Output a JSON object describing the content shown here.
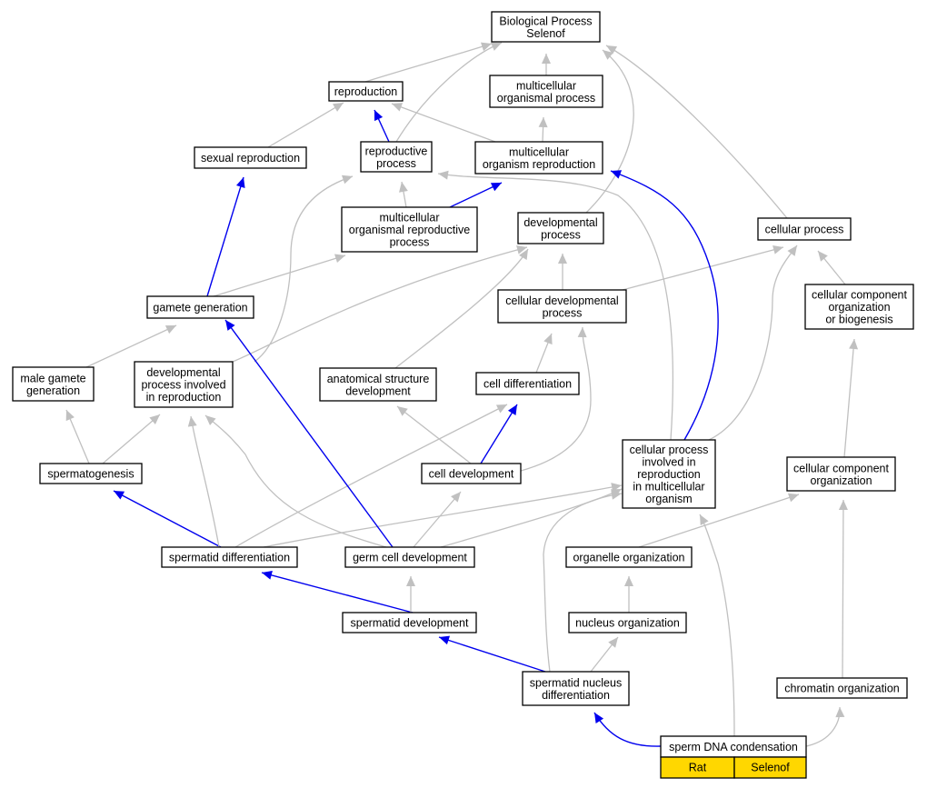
{
  "colors": {
    "node_border": "#000000",
    "node_fill": "#ffffff",
    "edge_gray": "#c0c0c0",
    "edge_blue": "#0000ee",
    "legend_fill": "#ffd700"
  },
  "nodes": {
    "bp": {
      "lines": [
        "Biological Process",
        "Selenof"
      ]
    },
    "repro": {
      "lines": [
        "reproduction"
      ]
    },
    "mop": {
      "lines": [
        "multicellular",
        "organismal process"
      ]
    },
    "sexrep": {
      "lines": [
        "sexual reproduction"
      ]
    },
    "repproc": {
      "lines": [
        "reproductive",
        "process"
      ]
    },
    "morgrep": {
      "lines": [
        "multicellular",
        "organism reproduction"
      ]
    },
    "morgrepp": {
      "lines": [
        "multicellular",
        "organismal reproductive",
        "process"
      ]
    },
    "devproc": {
      "lines": [
        "developmental",
        "process"
      ]
    },
    "cellproc": {
      "lines": [
        "cellular process"
      ]
    },
    "gamgen": {
      "lines": [
        "gamete generation"
      ]
    },
    "celldevp": {
      "lines": [
        "cellular developmental",
        "process"
      ]
    },
    "ccob": {
      "lines": [
        "cellular component",
        "organization",
        "or biogenesis"
      ]
    },
    "malegam": {
      "lines": [
        "male gamete",
        "generation"
      ]
    },
    "devinrep": {
      "lines": [
        "developmental",
        "process involved",
        "in reproduction"
      ]
    },
    "anat": {
      "lines": [
        "anatomical structure",
        "development"
      ]
    },
    "celldiff": {
      "lines": [
        "cell differentiation"
      ]
    },
    "spermgen": {
      "lines": [
        "spermatogenesis"
      ]
    },
    "celldev": {
      "lines": [
        "cell development"
      ]
    },
    "cpinrep": {
      "lines": [
        "cellular process",
        "involved in",
        "reproduction",
        "in multicellular",
        "organism"
      ]
    },
    "cco": {
      "lines": [
        "cellular component",
        "organization"
      ]
    },
    "sptdiff": {
      "lines": [
        "spermatid differentiation"
      ]
    },
    "germdev": {
      "lines": [
        "germ cell development"
      ]
    },
    "orgorg": {
      "lines": [
        "organelle organization"
      ]
    },
    "sptdev": {
      "lines": [
        "spermatid development"
      ]
    },
    "nucorg": {
      "lines": [
        "nucleus organization"
      ]
    },
    "sptnuc": {
      "lines": [
        "spermatid nucleus",
        "differentiation"
      ]
    },
    "chrom": {
      "lines": [
        "chromatin organization"
      ]
    },
    "spermdna": {
      "lines": [
        "sperm DNA condensation"
      ]
    }
  },
  "legend": {
    "species": "Rat",
    "gene": "Selenof"
  },
  "edges": [
    {
      "from": "repro",
      "to": "bp",
      "color": "gray"
    },
    {
      "from": "mop",
      "to": "bp",
      "color": "gray"
    },
    {
      "from": "repproc",
      "to": "bp",
      "color": "gray"
    },
    {
      "from": "devproc",
      "to": "bp",
      "color": "gray"
    },
    {
      "from": "cellproc",
      "to": "bp",
      "color": "gray"
    },
    {
      "from": "sexrep",
      "to": "repro",
      "color": "gray"
    },
    {
      "from": "repproc",
      "to": "repro",
      "color": "blue"
    },
    {
      "from": "morgrep",
      "to": "repro",
      "color": "gray"
    },
    {
      "from": "morgrep",
      "to": "mop",
      "color": "gray"
    },
    {
      "from": "morgrepp",
      "to": "repproc",
      "color": "gray"
    },
    {
      "from": "morgrepp",
      "to": "morgrep",
      "color": "blue"
    },
    {
      "from": "gamgen",
      "to": "sexrep",
      "color": "blue"
    },
    {
      "from": "gamgen",
      "to": "morgrepp",
      "color": "gray"
    },
    {
      "from": "celldevp",
      "to": "devproc",
      "color": "gray"
    },
    {
      "from": "celldevp",
      "to": "cellproc",
      "color": "gray"
    },
    {
      "from": "ccob",
      "to": "cellproc",
      "color": "gray"
    },
    {
      "from": "malegam",
      "to": "gamgen",
      "color": "gray"
    },
    {
      "from": "devinrep",
      "to": "repproc",
      "color": "gray"
    },
    {
      "from": "devinrep",
      "to": "devproc",
      "color": "gray"
    },
    {
      "from": "anat",
      "to": "devproc",
      "color": "gray"
    },
    {
      "from": "celldiff",
      "to": "celldevp",
      "color": "gray"
    },
    {
      "from": "spermgen",
      "to": "malegam",
      "color": "gray"
    },
    {
      "from": "spermgen",
      "to": "devinrep",
      "color": "gray"
    },
    {
      "from": "celldev",
      "to": "celldiff",
      "color": "blue"
    },
    {
      "from": "celldev",
      "to": "anat",
      "color": "gray"
    },
    {
      "from": "celldev",
      "to": "celldevp",
      "color": "gray"
    },
    {
      "from": "cpinrep",
      "to": "morgrep",
      "color": "blue"
    },
    {
      "from": "cpinrep",
      "to": "repproc",
      "color": "gray"
    },
    {
      "from": "cpinrep",
      "to": "cellproc",
      "color": "gray"
    },
    {
      "from": "cco",
      "to": "ccob",
      "color": "gray"
    },
    {
      "from": "sptdiff",
      "to": "spermgen",
      "color": "blue"
    },
    {
      "from": "sptdiff",
      "to": "devinrep",
      "color": "gray"
    },
    {
      "from": "sptdiff",
      "to": "celldiff",
      "color": "gray"
    },
    {
      "from": "sptdiff",
      "to": "cpinrep",
      "color": "gray"
    },
    {
      "from": "germdev",
      "to": "gamgen",
      "color": "blue"
    },
    {
      "from": "germdev",
      "to": "devinrep",
      "color": "gray"
    },
    {
      "from": "germdev",
      "to": "celldev",
      "color": "gray"
    },
    {
      "from": "germdev",
      "to": "cpinrep",
      "color": "gray"
    },
    {
      "from": "orgorg",
      "to": "cco",
      "color": "gray"
    },
    {
      "from": "sptdev",
      "to": "sptdiff",
      "color": "blue"
    },
    {
      "from": "sptdev",
      "to": "germdev",
      "color": "gray"
    },
    {
      "from": "nucorg",
      "to": "orgorg",
      "color": "gray"
    },
    {
      "from": "sptnuc",
      "to": "sptdev",
      "color": "blue"
    },
    {
      "from": "sptnuc",
      "to": "nucorg",
      "color": "gray"
    },
    {
      "from": "sptnuc",
      "to": "cpinrep",
      "color": "gray"
    },
    {
      "from": "chrom",
      "to": "cco",
      "color": "gray"
    },
    {
      "from": "spermdna",
      "to": "sptnuc",
      "color": "blue"
    },
    {
      "from": "spermdna",
      "to": "chrom",
      "color": "gray"
    },
    {
      "from": "spermdna",
      "to": "cpinrep",
      "color": "gray"
    }
  ]
}
